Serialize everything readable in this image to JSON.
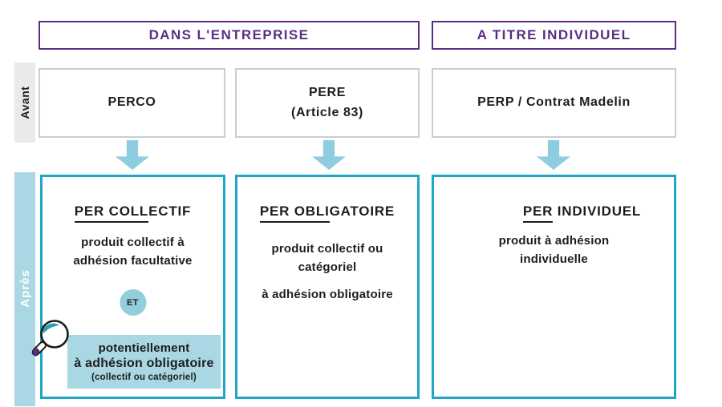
{
  "palette": {
    "purple": "#5c2d87",
    "teal_border": "#1ea6c6",
    "arrow_blue": "#8ecde0",
    "band_blue": "#a9d7e3",
    "badge_blue": "#93cedd",
    "gray_border": "#c9ced3",
    "band_gray": "#eaeaea",
    "text_dark": "#1d1d1b",
    "white": "#ffffff"
  },
  "headers": {
    "left": "DANS L'ENTREPRISE",
    "right": "A TITRE INDIVIDUEL"
  },
  "side_labels": {
    "before": "Avant",
    "after": "Après"
  },
  "before_row": {
    "perco": "PERCO",
    "pere_line1": "PERE",
    "pere_line2": "(Article 83)",
    "perp": "PERP / Contrat Madelin"
  },
  "after_row": {
    "collectif": {
      "title_underlined": "PER COLL",
      "title_rest": "ECTIF",
      "body_line1": "produit collectif à",
      "body_line2": "adhésion facultative",
      "badge": "ET",
      "highlight_line1": "potentiellement",
      "highlight_line2": "à adhésion obligatoire",
      "highlight_line3": "(collectif ou catégoriel)"
    },
    "obligatoire": {
      "title_underlined": "PER OBLI",
      "title_rest": "GATOIRE",
      "body_line1": "produit collectif ou",
      "body_line2": "catégoriel",
      "body_line3": "à adhésion obligatoire"
    },
    "individuel": {
      "title_underlined": "PER",
      "title_rest": " INDIVIDUEL",
      "body_line1": "produit à adhésion",
      "body_line2": "individuelle"
    }
  },
  "icons": {
    "magnifier": "magnifier-icon",
    "arrow": "down-arrow-icon"
  }
}
